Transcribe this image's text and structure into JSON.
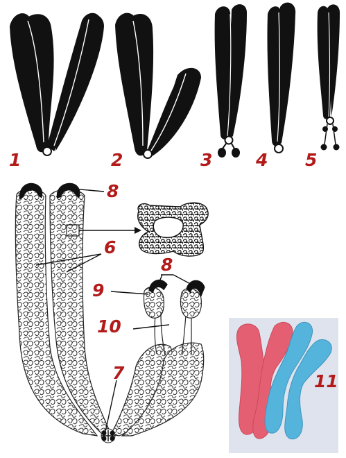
{
  "labels": {
    "type_1": "1",
    "type_2": "2",
    "type_3": "3",
    "type_4": "4",
    "type_5": "5",
    "chromomere_top": "8",
    "chromatids": "6",
    "chromomere_arm": "8",
    "arm_end": "9",
    "thread": "10",
    "centromere": "7",
    "photo": "11"
  },
  "colors": {
    "chromosome_black": "#111111",
    "label_red": "#b31b1b",
    "photo_background": "#dfe3ee",
    "photo_pink": "#e45f72",
    "photo_blue": "#55b4dc"
  }
}
